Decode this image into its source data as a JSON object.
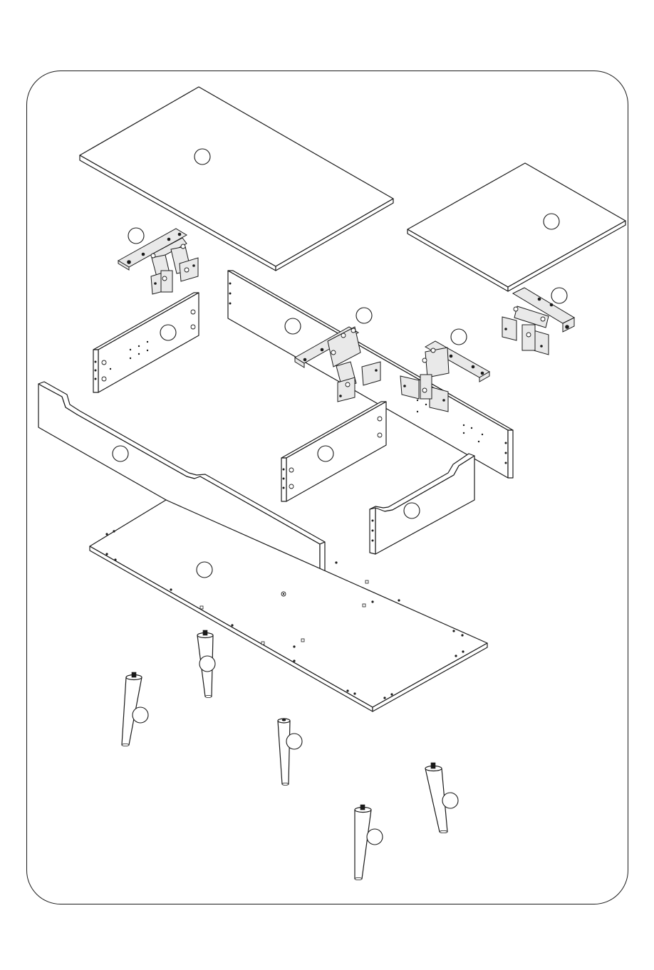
{
  "diagram": {
    "parts": [
      {
        "name": "large-top-panel"
      },
      {
        "name": "small-top-panel"
      },
      {
        "name": "lift-hinge-left"
      },
      {
        "name": "lift-hinge-right"
      },
      {
        "name": "lift-hinge-center-1"
      },
      {
        "name": "lift-hinge-center-2"
      },
      {
        "name": "divider-panel-left"
      },
      {
        "name": "back-panel"
      },
      {
        "name": "divider-panel-center"
      },
      {
        "name": "front-rail-panel"
      },
      {
        "name": "side-rail-panel"
      },
      {
        "name": "bottom-panel"
      },
      {
        "name": "leg-1"
      },
      {
        "name": "leg-2"
      },
      {
        "name": "leg-3"
      },
      {
        "name": "leg-4"
      },
      {
        "name": "leg-5"
      }
    ],
    "callouts": [
      {
        "part": "large-top-panel",
        "label": ""
      },
      {
        "part": "small-top-panel",
        "label": ""
      },
      {
        "part": "lift-hinge-left",
        "label": ""
      },
      {
        "part": "lift-hinge-right",
        "label": ""
      },
      {
        "part": "lift-hinge-center-1",
        "label": ""
      },
      {
        "part": "lift-hinge-center-2",
        "label": ""
      },
      {
        "part": "divider-panel-left",
        "label": ""
      },
      {
        "part": "back-panel",
        "label": ""
      },
      {
        "part": "divider-panel-center",
        "label": ""
      },
      {
        "part": "front-rail-panel",
        "label": ""
      },
      {
        "part": "side-rail-panel",
        "label": ""
      },
      {
        "part": "bottom-panel",
        "label": ""
      },
      {
        "part": "leg-1",
        "label": ""
      },
      {
        "part": "leg-2",
        "label": ""
      },
      {
        "part": "leg-3",
        "label": ""
      },
      {
        "part": "leg-4",
        "label": ""
      },
      {
        "part": "leg-5",
        "label": ""
      }
    ]
  }
}
